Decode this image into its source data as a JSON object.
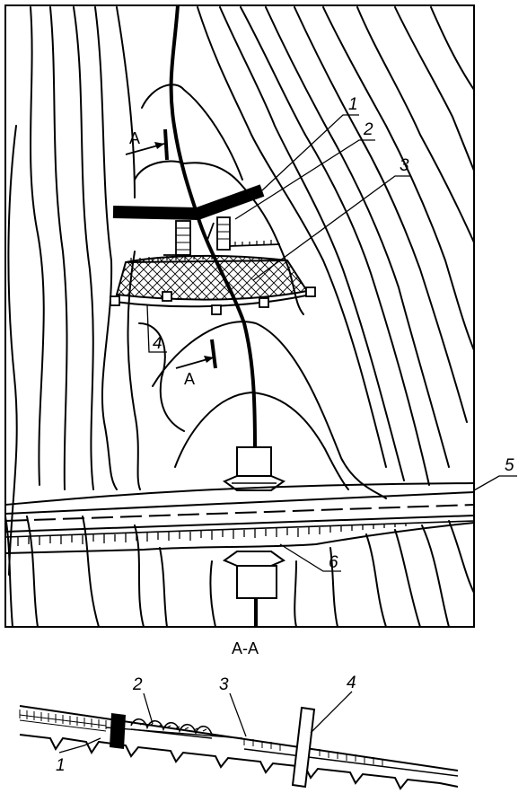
{
  "labels": {
    "l1": "1",
    "l2": "2",
    "l3": "3",
    "l4": "4",
    "l5": "5",
    "l6": "6",
    "sectionA_top": "А",
    "sectionA_bottom": "А",
    "section_title": "А-А",
    "s1": "1",
    "s2": "2",
    "s3": "3",
    "s4": "4"
  }
}
